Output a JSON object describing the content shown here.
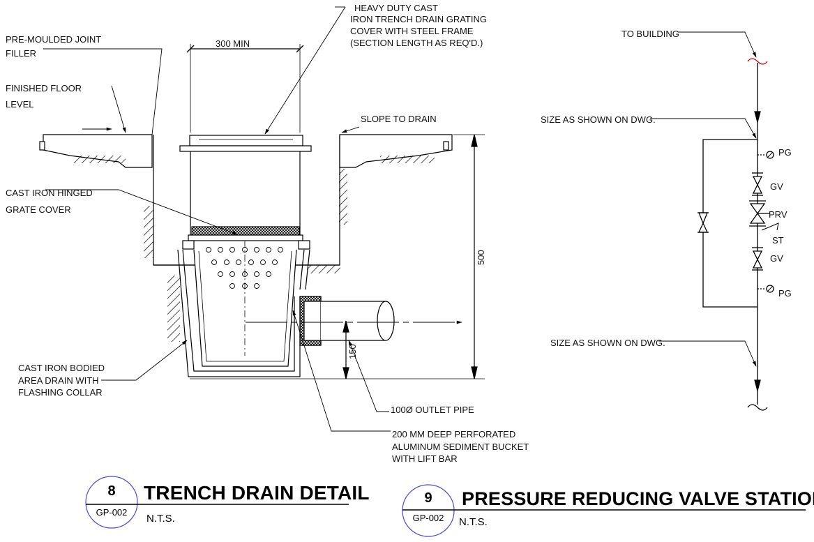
{
  "trench_drain": {
    "labels": {
      "grating_cover": [
        "HEAVY DUTY CAST",
        "IRON TRENCH DRAIN GRATING",
        "COVER WITH STEEL FRAME",
        "(SECTION LENGTH AS REQ'D.)"
      ],
      "joint_filler": [
        "PRE-MOULDED JOINT",
        "FILLER"
      ],
      "floor_level": [
        "FINISHED FLOOR",
        "LEVEL"
      ],
      "width_dim": "300 MIN",
      "slope": "SLOPE TO DRAIN",
      "hinged_grate": [
        "CAST IRON HINGED",
        "GRATE COVER"
      ],
      "depth_dim": "500",
      "outlet_dim": "150",
      "area_drain": [
        "CAST IRON BODIED",
        "AREA DRAIN WITH",
        "FLASHING COLLAR"
      ],
      "outlet_pipe": "100Ø OUTLET PIPE",
      "bucket": [
        "200 MM DEEP PERFORATED",
        "ALUMINUM SEDIMENT BUCKET",
        "WITH LIFT BAR"
      ]
    },
    "title_block": {
      "number": "8",
      "sheet": "GP-002",
      "title": "TRENCH DRAIN DETAIL",
      "scale": "N.T.S."
    }
  },
  "prv_station": {
    "labels": {
      "to_building": "TO BUILDING",
      "size_top": "SIZE AS SHOWN ON DWG.",
      "size_bottom": "SIZE AS SHOWN ON DWG.",
      "pg_top": "PG",
      "gv_top": "GV",
      "prv": "PRV",
      "st": "ST",
      "gv_bottom": "GV",
      "pg_bottom": "PG"
    },
    "title_block": {
      "number": "9",
      "sheet": "GP-002",
      "title": "PRESSURE REDUCING VALVE STATION",
      "scale": "N.T.S."
    }
  },
  "colors": {
    "linework": "#000000",
    "break_mark": "#cc0000",
    "bubble": "#4a4ad0"
  }
}
